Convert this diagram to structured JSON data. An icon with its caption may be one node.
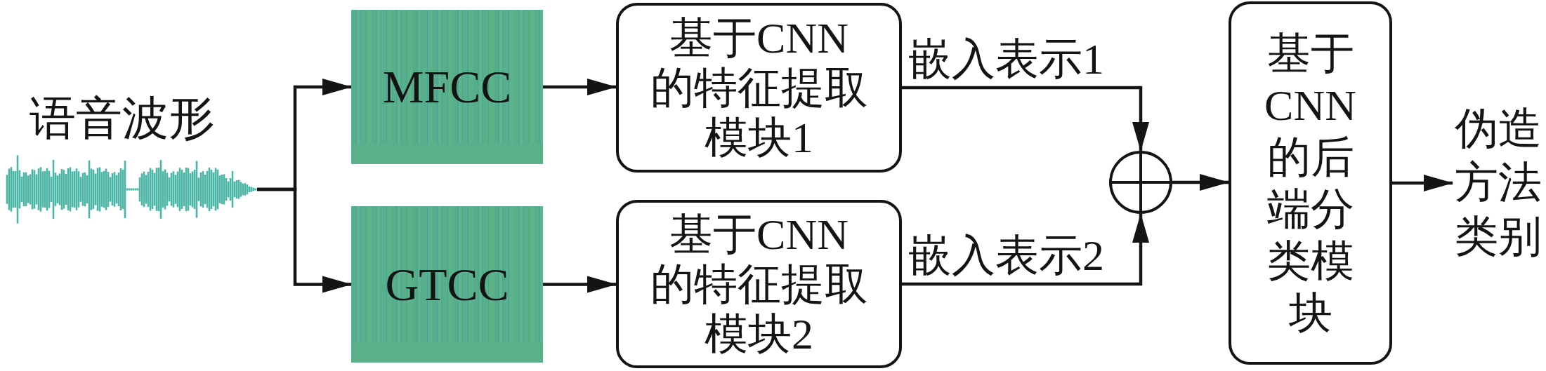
{
  "diagram": {
    "nodes": [
      {
        "text": [],
        "shape": "picture",
        "beside": [
          "语音波形"
        ]
      },
      {
        "text": [
          "MFCC"
        ]
      },
      {
        "text": [
          "GTCC"
        ]
      },
      {
        "text": [
          "基于CNN的特征提取模块1"
        ]
      },
      {
        "text": [
          "基于CNN的特征提取模块2"
        ]
      },
      {
        "text": [],
        "shape": "circle"
      },
      {
        "text": [
          "基于CNN的后端分类模块"
        ]
      },
      {
        "text": [
          "伪造方法类别"
        ]
      }
    ],
    "edges": [
      {
        "from": 0,
        "to": 1,
        "arrow": "to"
      },
      {
        "from": 0,
        "to": 2,
        "arrow": "to"
      },
      {
        "from": 1,
        "to": 3,
        "arrow": "to"
      },
      {
        "from": 2,
        "to": 4,
        "arrow": "to"
      },
      {
        "from": 3,
        "to": 5,
        "arrow": "to",
        "label": "嵌入表示1"
      },
      {
        "from": 4,
        "to": 5,
        "arrow": "to",
        "label": "嵌入表示2"
      },
      {
        "from": 5,
        "to": 6,
        "arrow": "to"
      },
      {
        "from": 6,
        "to": 7,
        "arrow": "to"
      }
    ]
  }
}
